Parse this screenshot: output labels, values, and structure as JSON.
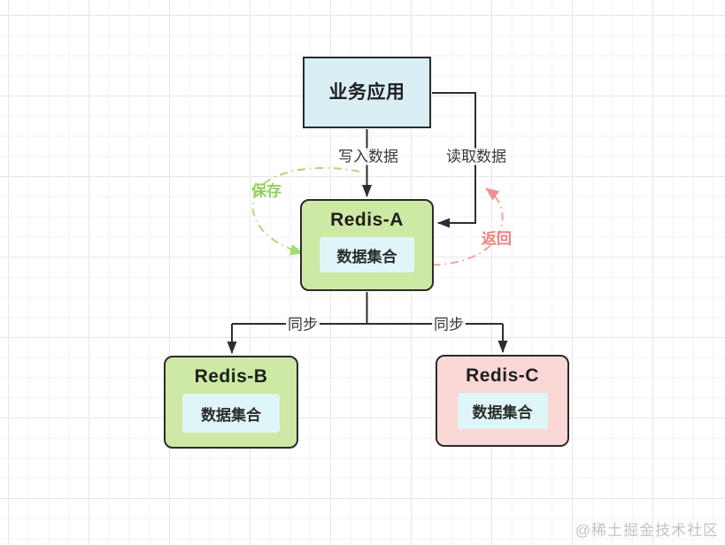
{
  "watermark": "@稀土掘金技术社区",
  "colors": {
    "app_fill": "#d9eff3",
    "redis_green_fill": "#cde9a4",
    "redis_pink_fill": "#f9d8d6",
    "dataset_fill": "#dff6f9",
    "connector": "#2e2e2e",
    "save_accent": "#8fd157",
    "return_accent": "#f0827e"
  },
  "nodes": {
    "app": {
      "label": "业务应用"
    },
    "redis_a": {
      "title": "Redis-A",
      "dataset_label": "数据集合"
    },
    "redis_b": {
      "title": "Redis-B",
      "dataset_label": "数据集合"
    },
    "redis_c": {
      "title": "Redis-C",
      "dataset_label": "数据集合"
    }
  },
  "edges": {
    "write_label": "写入数据",
    "read_label": "读取数据",
    "save_label": "保存",
    "return_label": "返回",
    "sync_left_label": "同步",
    "sync_right_label": "同步"
  }
}
